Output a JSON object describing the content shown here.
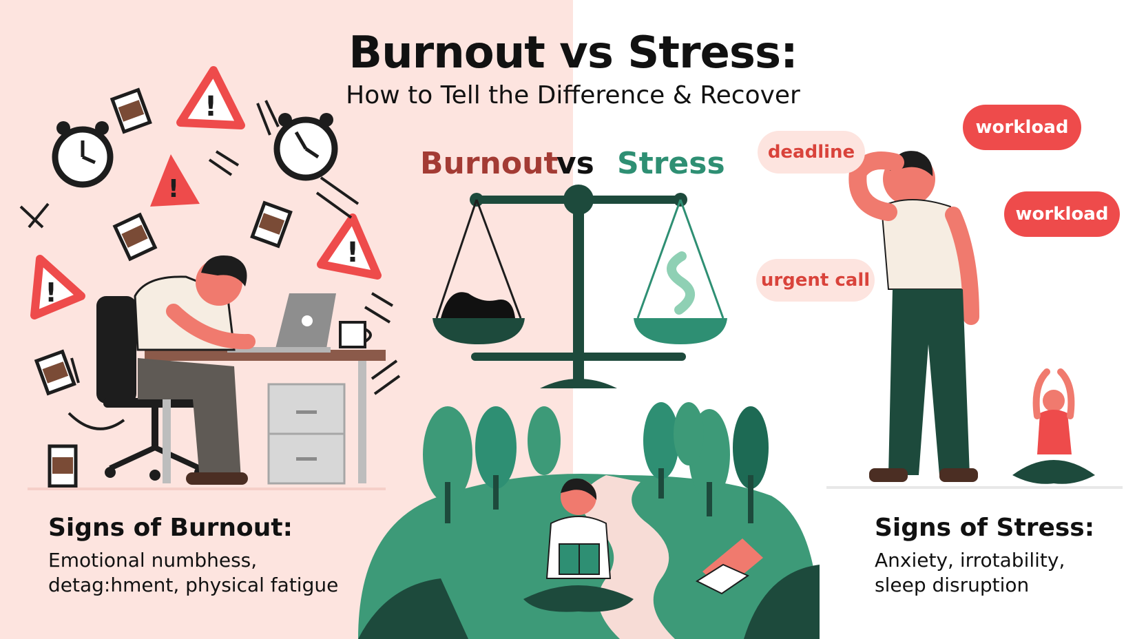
{
  "header": {
    "title": "Burnout vs Stress:",
    "subtitle": "How to Tell the Difference & Recover"
  },
  "comparison": {
    "left_word": "Burnout",
    "vs_word": "vs",
    "right_word": "Stress",
    "left_color": "#a33b34",
    "right_color": "#2e8f73"
  },
  "speech_bubbles": [
    {
      "text": "deadline",
      "style": "pink"
    },
    {
      "text": "workload",
      "style": "red"
    },
    {
      "text": "workload",
      "style": "red"
    },
    {
      "text": "urgent call",
      "style": "pink"
    }
  ],
  "burnout_section": {
    "heading": "Signs of Burnout:",
    "line1": "Emotional numbhess,",
    "line2": "detag:hment, physical fatigue"
  },
  "stress_section": {
    "heading": "Signs of Stress:",
    "line1": "Anxiety, irrotability,",
    "line2": "sleep disruption"
  },
  "icons": [
    "alarm-clock-icon",
    "warning-icon",
    "coffee-cup-icon",
    "laptop-icon",
    "balance-scale-icon",
    "tree-icon",
    "book-icon"
  ],
  "colors": {
    "left_background": "#fde4df",
    "right_background": "#ffffff",
    "accent_red": "#ee4b4b",
    "accent_green": "#2e8f73",
    "dark_green": "#1d4a3c"
  }
}
